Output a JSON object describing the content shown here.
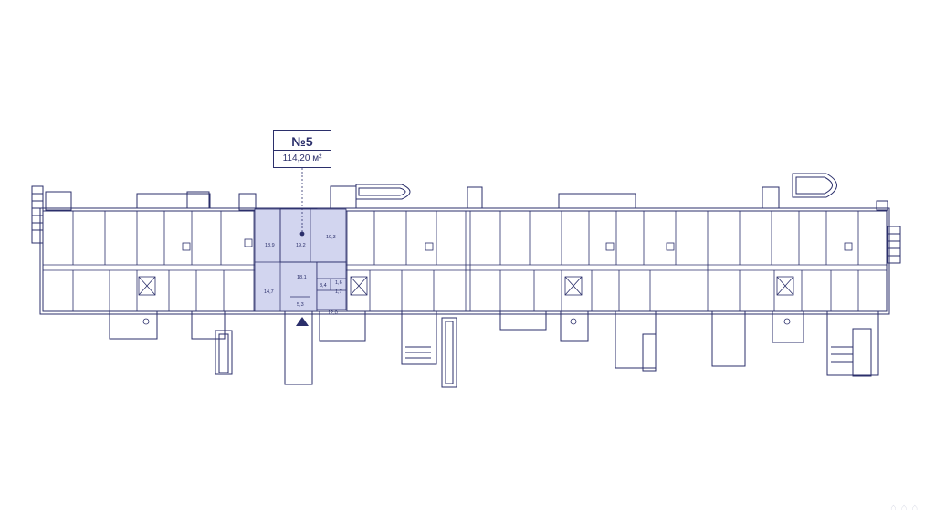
{
  "apartment": {
    "number_label": "№5",
    "area_label": "114,20 м²"
  },
  "room_areas": [
    "18,9",
    "19,2",
    "19,3",
    "14,7",
    "18,1",
    "3,4",
    "1,6",
    "1,7",
    "5,3",
    "12,0"
  ],
  "colors": {
    "line": "#2b2f6b",
    "highlight": "#d2d5ef",
    "background": "#ffffff"
  },
  "icons": {
    "entrance": "entrance-arrow-icon",
    "pin": "location-pin-icon"
  },
  "watermark": "⌂ ⌂ ⌂"
}
